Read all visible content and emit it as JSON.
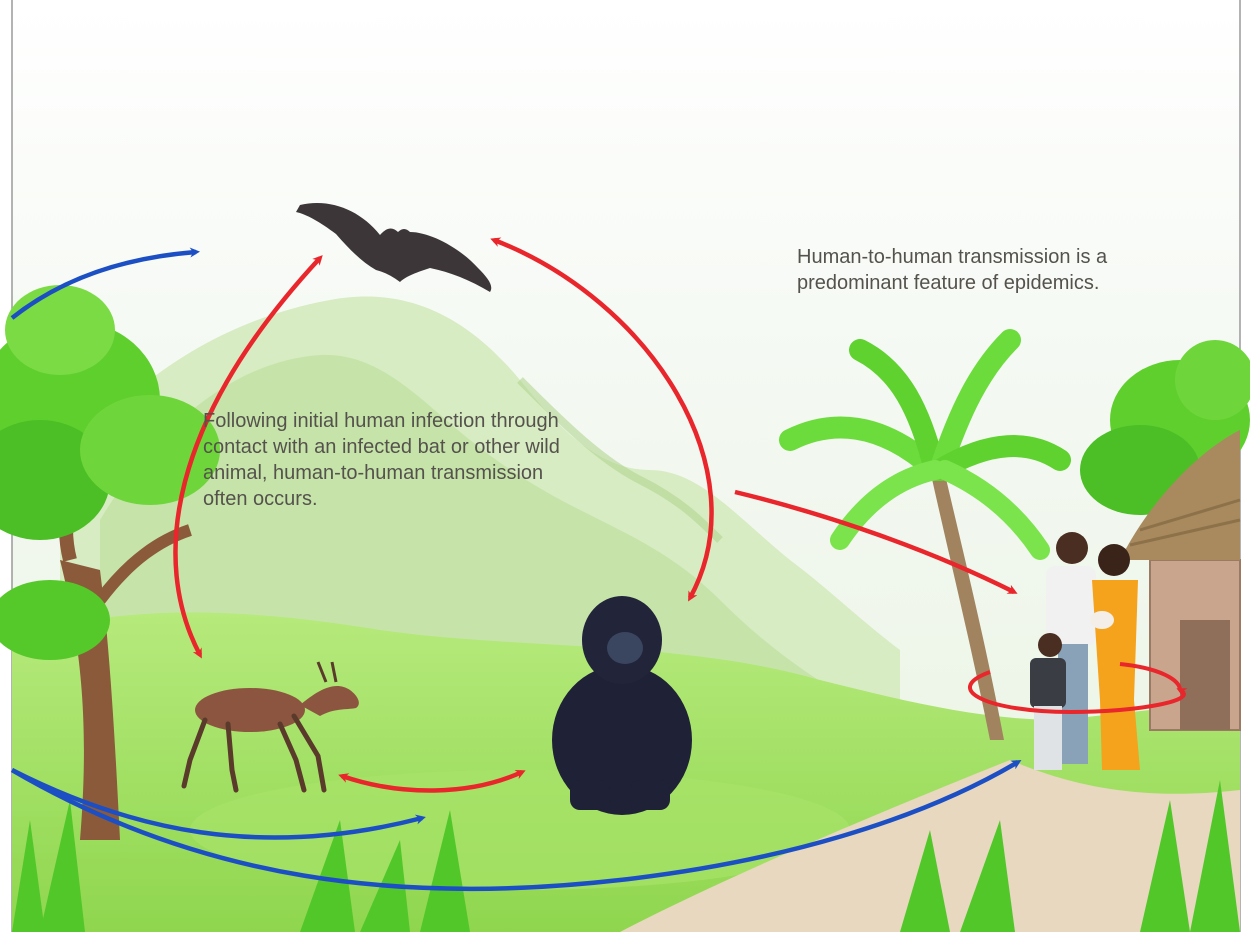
{
  "captions": {
    "initial_infection": [
      "Following initial human infection through",
      "contact with an infected bat or other wild",
      "animal, human-to-human transmission",
      "often occurs."
    ],
    "human_to_human": [
      "Human-to-human transmission is a",
      "predominant feature of epidemics."
    ]
  },
  "colors": {
    "red_arrow": "#e8262b",
    "blue_arrow": "#1d4fc4",
    "sky": "#f4f8f2",
    "grass": "#9be05a",
    "mountain": "#cfe8b4"
  }
}
